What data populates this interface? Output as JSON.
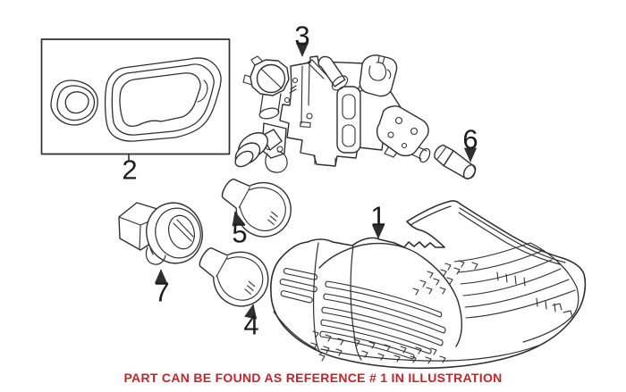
{
  "diagram": {
    "background": "#ffffff",
    "line_color": "#2f2f2f",
    "callouts": [
      {
        "label": "1"
      },
      {
        "label": "2"
      },
      {
        "label": "3"
      },
      {
        "label": "4"
      },
      {
        "label": "5"
      },
      {
        "label": "6"
      },
      {
        "label": "7"
      }
    ],
    "caption": {
      "text": "PART CAN BE FOUND AS REFERENCE # 1 IN ILLUSTRATION",
      "color": "#c1242c"
    }
  }
}
